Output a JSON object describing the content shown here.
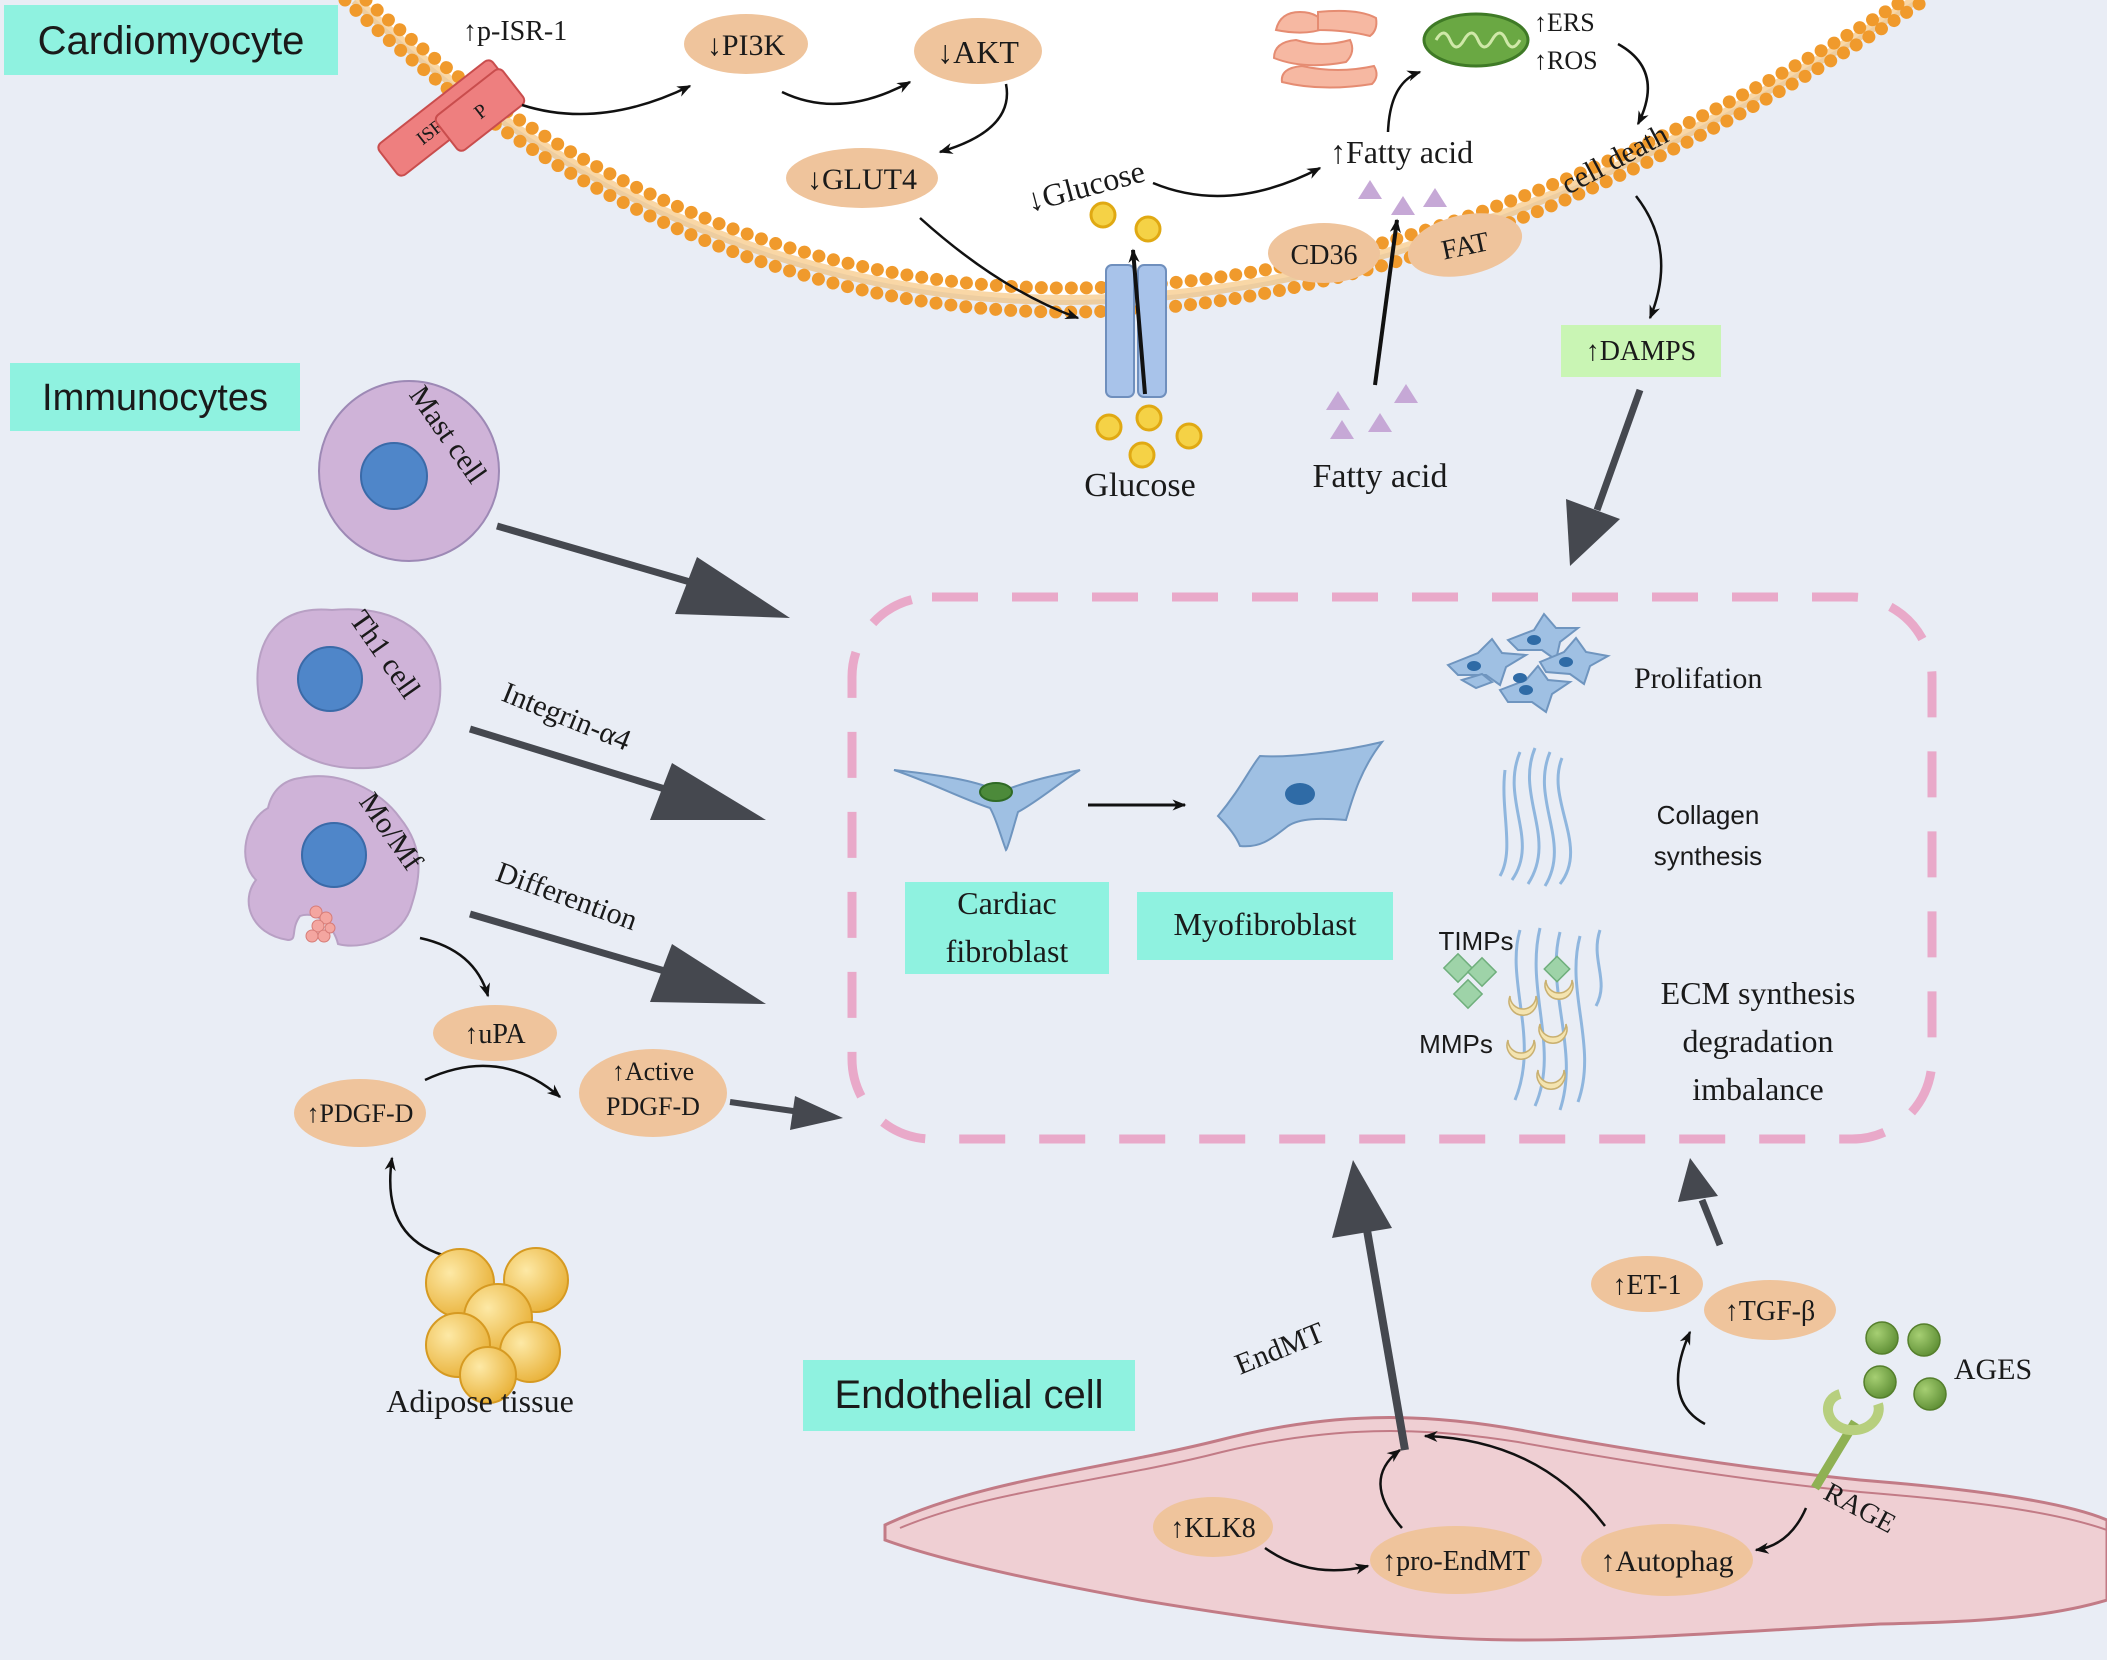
{
  "sections": {
    "cardiomyocyte": "Cardiomyocyte",
    "immunocytes": "Immunocytes",
    "endothelial": "Endothelial cell"
  },
  "cardio": {
    "p_isr1": "↑p-ISR-1",
    "isr1": "ISR-1",
    "p": "P",
    "pi3k": "↓PI3K",
    "akt": "↓AKT",
    "glut4": "↓GLUT4",
    "glucose_in": "↓Glucose",
    "fatty_acid_in": "↑Fatty acid",
    "ers": "↑ERS",
    "ros": "↑ROS",
    "cell_death": "cell death",
    "cd36": "CD36",
    "fat": "FAT",
    "damps": "↑DAMPS",
    "glucose_out": "Glucose",
    "fatty_acid_out": "Fatty acid"
  },
  "immuno": {
    "mast": "Mast cell",
    "th1": "Th1 cell",
    "momf": "Mo/Mf",
    "integrin": "Integrin-α4",
    "differention": "Differention",
    "upa": "↑uPA",
    "pdgfd": "↑PDGF-D",
    "active_pdgfd_1": "↑Active",
    "active_pdgfd_2": "PDGF-D",
    "adipose": "Adipose tissue"
  },
  "fibrosis": {
    "cardiac_fibroblast_1": "Cardiac",
    "cardiac_fibroblast_2": "fibroblast",
    "myofibroblast": "Myofibroblast",
    "prolifation": "Prolifation",
    "collagen_1": "Collagen",
    "collagen_2": "synthesis",
    "timps": "TIMPs",
    "mmps": "MMPs",
    "ecm_1": "ECM synthesis",
    "ecm_2": "degradation",
    "ecm_3": "imbalance"
  },
  "endo": {
    "endmt": "EndMT",
    "et1": "↑ET-1",
    "tgfb": "↑TGF-β",
    "ages": "AGES",
    "rage": "RAGE",
    "klk8": "↑KLK8",
    "pro_endmt": "↑pro-EndMT",
    "autophag": "↑Autophag"
  },
  "colors": {
    "background": "#e9edf5",
    "label_box": "#8ff2e0",
    "molecule": "#efc49c",
    "damps_box": "#c9f5b4",
    "membrane_head": "#f2a63a",
    "cell_purple": "#cfb3d8",
    "nucleus": "#4f86c9",
    "dashed_border": "#e9a9c9",
    "arrow_gray": "#45484f",
    "endothelial_fill": "#efcfd3",
    "ages_green": "#7ea94a",
    "fatty_acid_purple": "#c6a8d6"
  }
}
